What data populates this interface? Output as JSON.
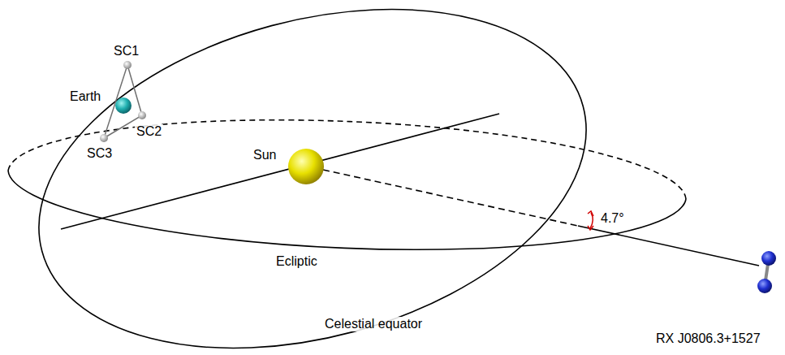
{
  "diagram": {
    "labels": [
      "SC1",
      "Earth",
      "SC2",
      "SC3",
      "Sun",
      "Ecliptic",
      "4.7°",
      "Celestial equator",
      "RX J0806.3+1527"
    ]
  }
}
